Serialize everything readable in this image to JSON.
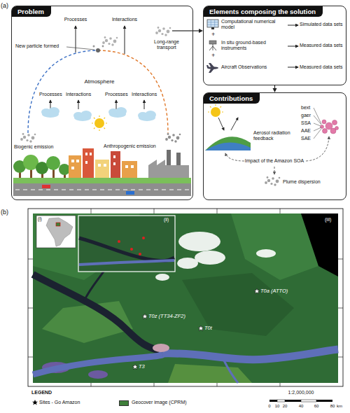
{
  "diagram": {
    "nodes": [
      {
        "text": [
          "Problem"
        ]
      },
      {
        "text": [
          "Elements composing the solution"
        ]
      },
      {
        "text": [
          "Contributions"
        ]
      }
    ],
    "edges": [
      {
        "from": 0,
        "to": 1,
        "arrow": "to"
      },
      {
        "from": 1,
        "to": 2,
        "arrow": "to"
      }
    ],
    "labels": [
      "(a)",
      "Processes",
      "Interactions",
      "New particle formed",
      "Atmosphere",
      "Processes",
      "Interactions",
      "Processes",
      "Interactions",
      "Long-range transport",
      "Biogenic emission",
      "Anthropogenic emission",
      "Computational numerical model",
      "Simulated data sets",
      "+",
      "In situ ground-based instruments",
      "Measured data sets",
      "+",
      "Aircraft Observations",
      "Measured data sets",
      "Aerosol radiation feedback",
      "bext",
      "gaer",
      "SSA",
      "AAE",
      "SAE",
      "Impact of the Amazon SOA",
      "Plume dispersion",
      "(b)",
      "(i)",
      "(ii)",
      "(iii)",
      "T0a (ATTO)",
      "T0z (TT34-ZF2)",
      "T0t",
      "T3",
      "LEGEND",
      "1:2,000,000",
      "0",
      "10",
      "20",
      "40",
      "60",
      "80",
      "km"
    ],
    "legend": [
      {
        "text": "Sites - Go Amazon"
      },
      {
        "text": "Geocover image (CPRM)",
        "color": "#3f7f3a"
      }
    ]
  }
}
